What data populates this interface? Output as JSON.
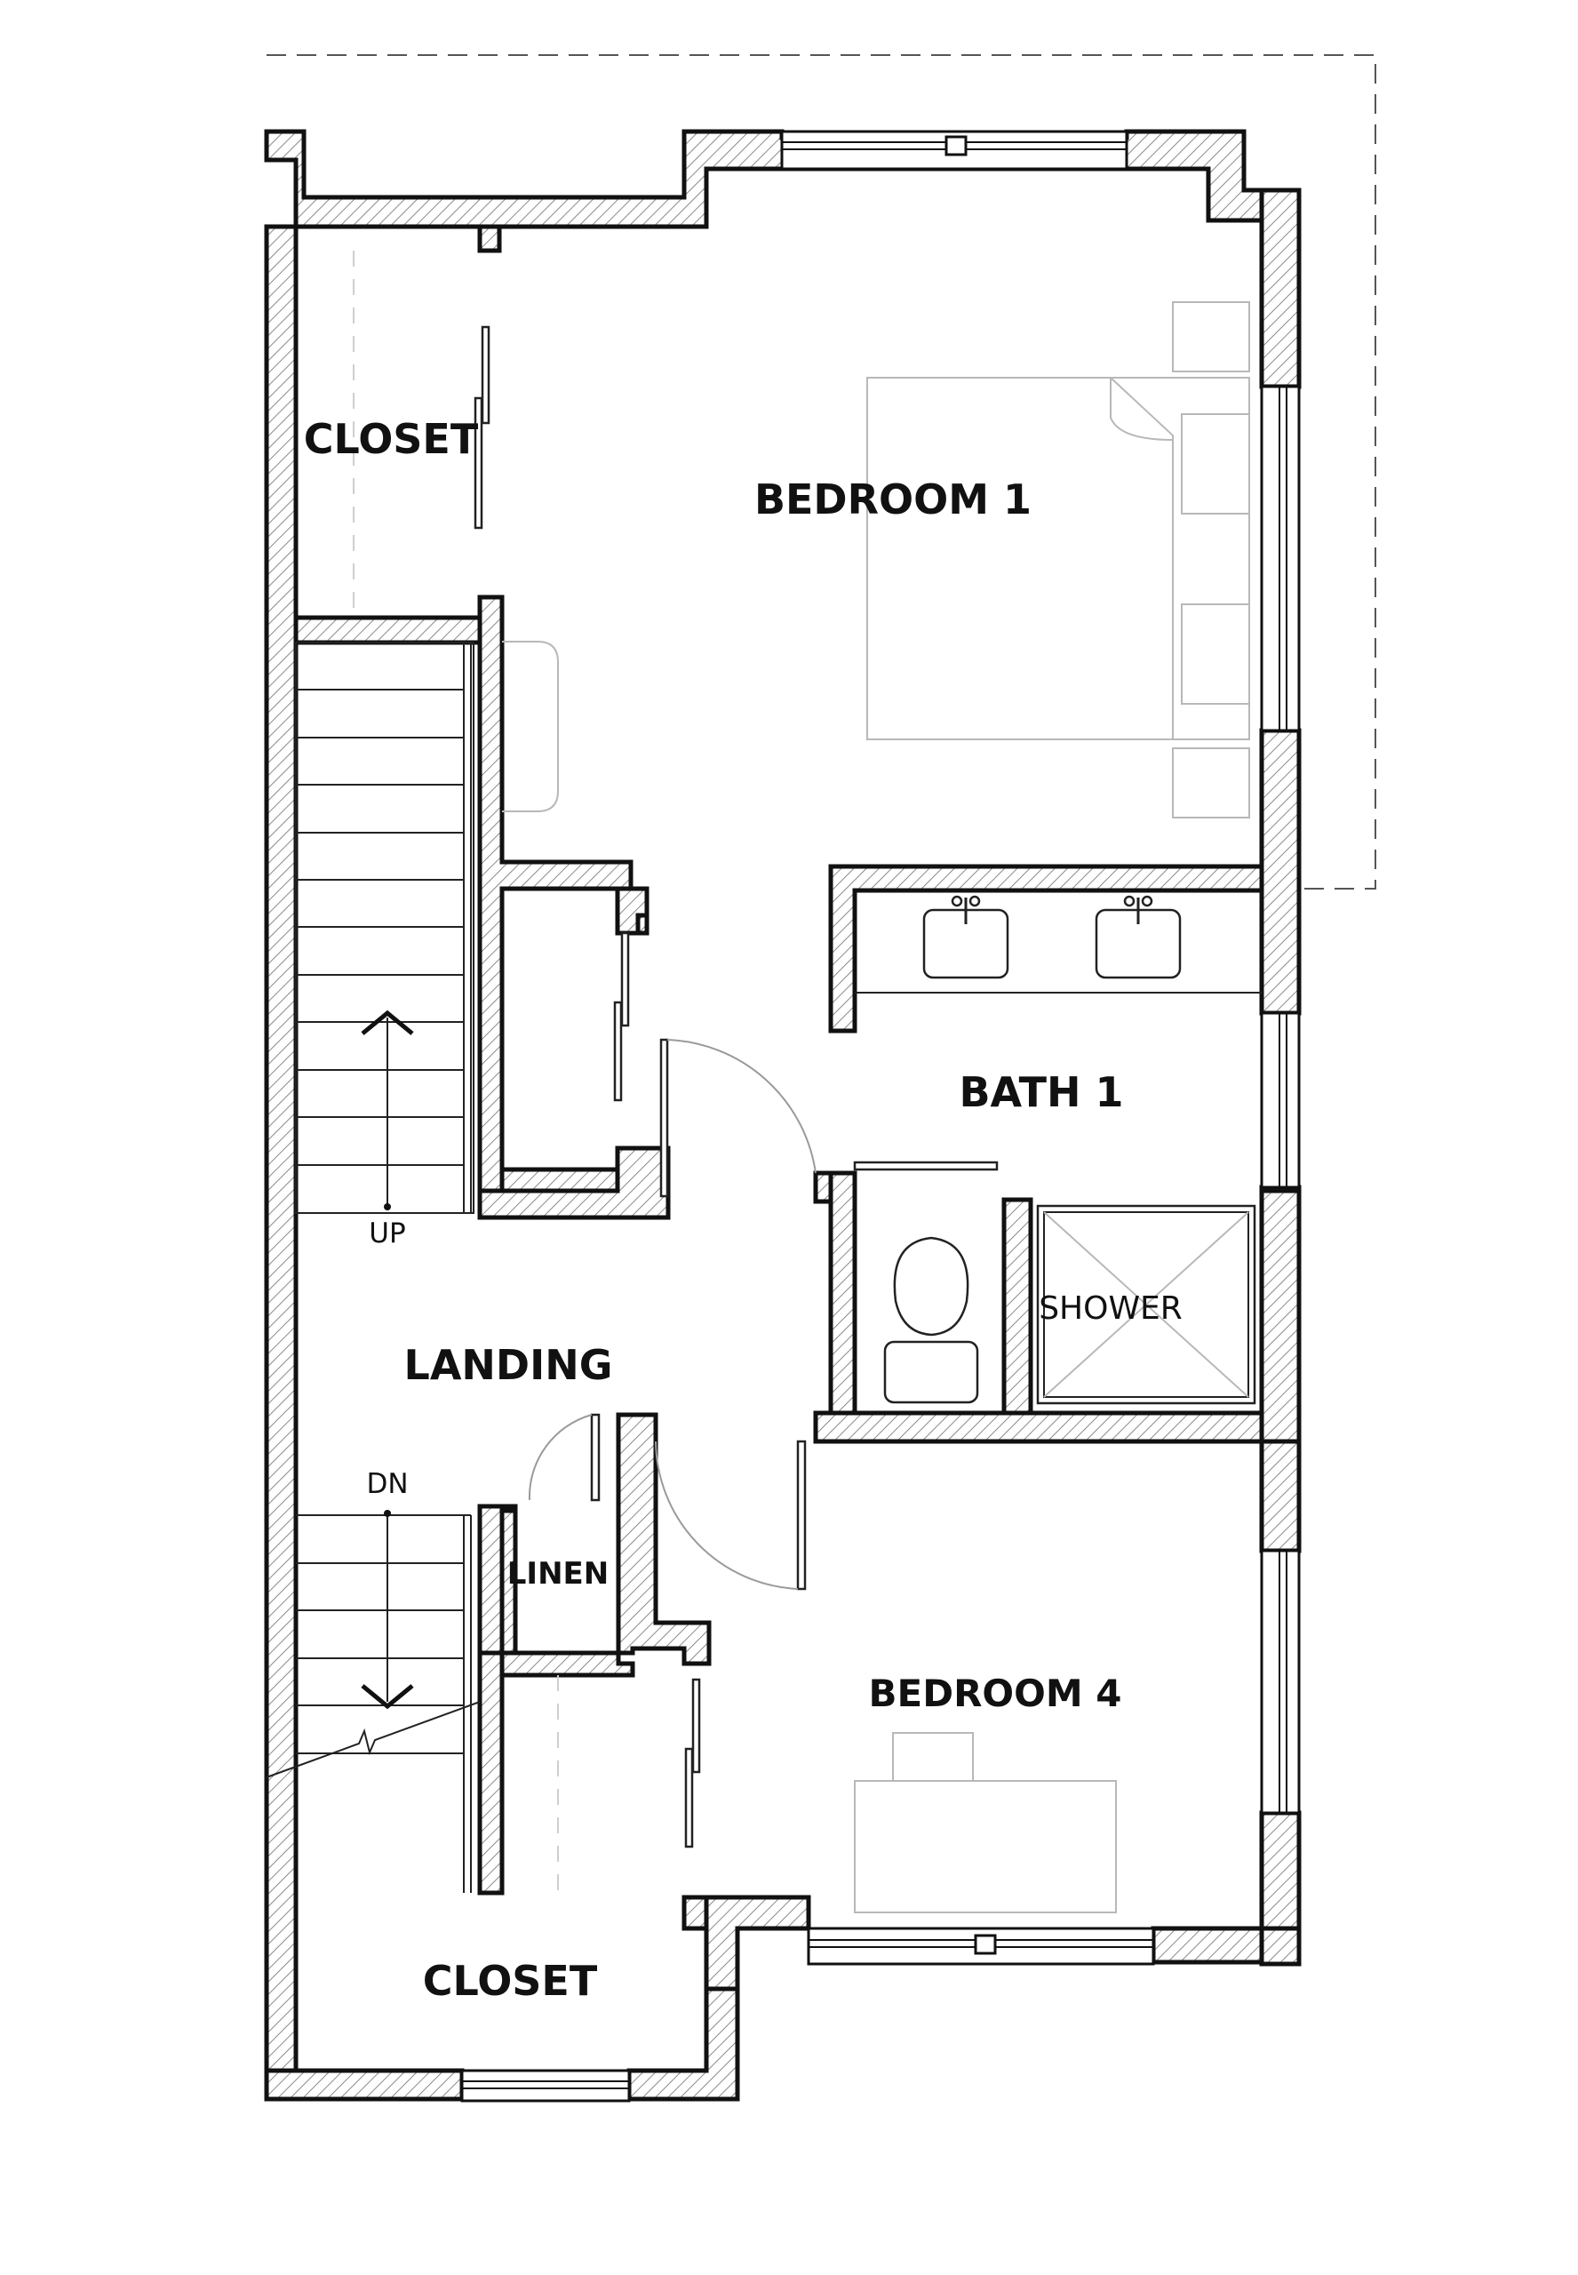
{
  "rooms": {
    "closet_top": "CLOSET",
    "bedroom_1": "BEDROOM 1",
    "bath_1": "BATH 1",
    "shower": "SHOWER",
    "landing": "LANDING",
    "linen": "LINEN",
    "bedroom_4": "BEDROOM 4",
    "closet_bottom": "CLOSET"
  },
  "stairs": {
    "up_label": "UP",
    "down_label": "DN"
  },
  "colors": {
    "wall_line": "#111111",
    "hatch": "#9a9a9a",
    "furniture": "#b8b8b8"
  }
}
